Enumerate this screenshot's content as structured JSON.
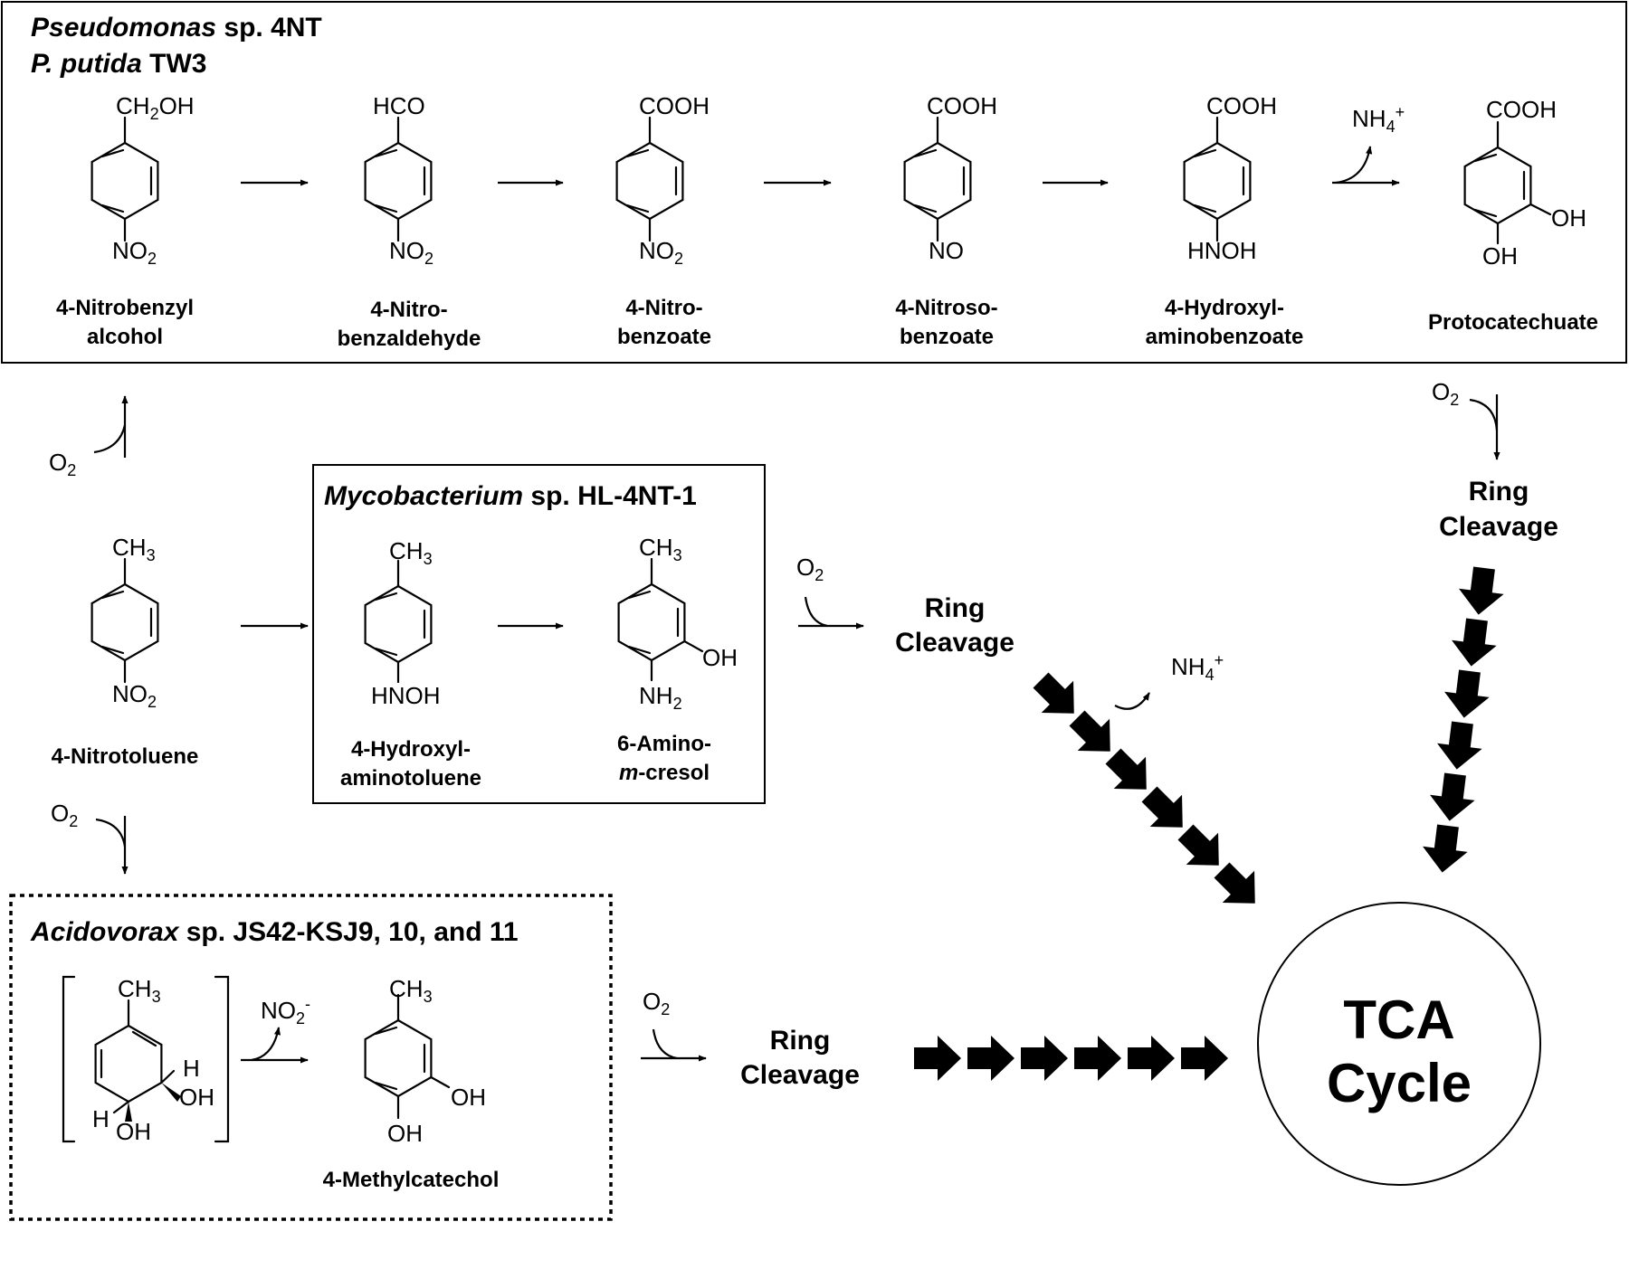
{
  "panels": {
    "pseudomonas": {
      "organism_line1_italic": "Pseudomonas",
      "organism_line1_rest": " sp. 4NT",
      "organism_line2_italic": "P. putida",
      "organism_line2_rest": " TW3"
    },
    "mycobacterium": {
      "organism_italic": "Mycobacterium",
      "organism_rest": " sp. HL-4NT-1"
    },
    "acidovorax": {
      "organism_italic": "Acidovorax",
      "organism_rest": " sp. JS42-KSJ9, 10, and 11"
    }
  },
  "compounds": {
    "nitrobenzyl_alcohol": {
      "line1": "4-Nitrobenzyl",
      "line2": "alcohol"
    },
    "nitrobenzaldehyde": {
      "line1": "4-Nitro-",
      "line2": "benzaldehyde"
    },
    "nitrobenzoate": {
      "line1": "4-Nitro-",
      "line2": "benzoate"
    },
    "nitrosobenzoate": {
      "line1": "4-Nitroso-",
      "line2": "benzoate"
    },
    "hydroxylaminobenzoate": {
      "line1": "4-Hydroxyl-",
      "line2": "aminobenzoate"
    },
    "protocatechuate": {
      "line1": "Protocatechuate"
    },
    "nitrotoluene": {
      "line1": "4-Nitrotoluene"
    },
    "hydroxylaminotoluene": {
      "line1": "4-Hydroxyl-",
      "line2": "aminotoluene"
    },
    "amino_m_cresol": {
      "line1": "6-Amino-",
      "line2_italic": "m",
      "line2_rest": "-cresol"
    },
    "methylcatechol": {
      "line1": "4-Methylcatechol"
    }
  },
  "groups": {
    "ch2oh": "CH2OH",
    "hco": "HCO",
    "cooh": "COOH",
    "no2": "NO2",
    "no": "NO",
    "hnoh": "HNOH",
    "oh": "OH",
    "ch3": "CH3",
    "nh2": "NH2",
    "h": "H",
    "o2": "O2",
    "nh4": "NH4+",
    "no2_minus": "NO2-"
  },
  "ring_cleavage": {
    "line1": "Ring",
    "line2": "Cleavage"
  },
  "tca": {
    "line1": "TCA",
    "line2": "Cycle"
  }
}
